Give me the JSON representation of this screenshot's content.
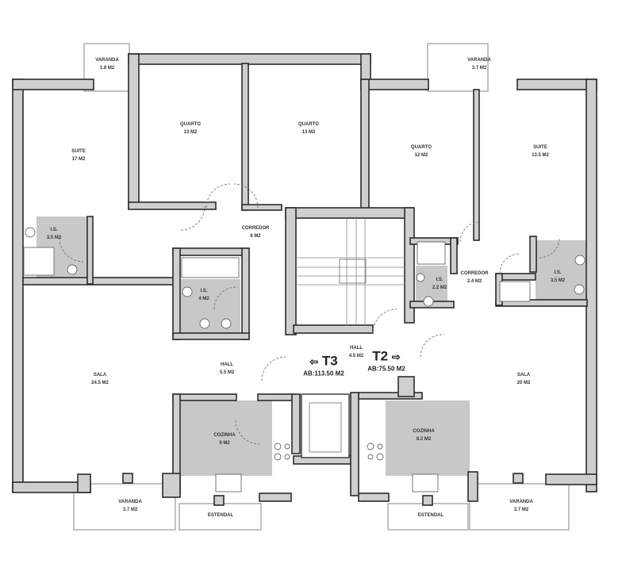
{
  "plan": {
    "units": [
      {
        "name": "T3",
        "area": "AB:113.50 M2",
        "arrow": "⇦"
      },
      {
        "name": "T2",
        "area": "AB:75.50 M2",
        "arrow": "⇨"
      }
    ],
    "rooms": {
      "varanda_top_left": {
        "name": "VARANDA",
        "area": "1.8 M2"
      },
      "suite_left": {
        "name": "SUITE",
        "area": "17 M2"
      },
      "quarto_1": {
        "name": "QUARTO",
        "area": "13 M2"
      },
      "quarto_2": {
        "name": "QUARTO",
        "area": "13 M2"
      },
      "varanda_top_right": {
        "name": "VARANDA",
        "area": "3.7 M2"
      },
      "quarto_3": {
        "name": "QUARTO",
        "area": "12 M2"
      },
      "suite_right": {
        "name": "SUITE",
        "area": "13.5 M2"
      },
      "is_left_suite": {
        "name": "I.S.",
        "area": "3.5 M2"
      },
      "corredor_left": {
        "name": "CORREDOR",
        "area": "6 M2"
      },
      "is_left_main": {
        "name": "I.S.",
        "area": "4 M2"
      },
      "is_right_small": {
        "name": "I.S.",
        "area": "2.2 M2"
      },
      "corredor_right": {
        "name": "CORREDOR",
        "area": "2.4 M2"
      },
      "is_right_suite": {
        "name": "I.S.",
        "area": "3.5 M2"
      },
      "hall_common": {
        "name": "HALL",
        "area": "4.5 M2"
      },
      "hall_left": {
        "name": "HALL",
        "area": "5.5 M2"
      },
      "sala_left": {
        "name": "SALA",
        "area": "24.5 M2"
      },
      "sala_right": {
        "name": "SALA",
        "area": "20 M2"
      },
      "cozinha_left": {
        "name": "COZINHA",
        "area": "9 M2"
      },
      "cozinha_right": {
        "name": "COZINHA",
        "area": "8.2 M2"
      },
      "varanda_bottom_left": {
        "name": "VARANDA",
        "area": "3.7 M2"
      },
      "estendal_left": {
        "name": "ESTENDAL",
        "area": ""
      },
      "estendal_right": {
        "name": "ESTENDAL",
        "area": ""
      },
      "varanda_bottom_right": {
        "name": "VARANDA",
        "area": "3.7 M2"
      }
    },
    "colors": {
      "wall_fill": "#cfcfcf",
      "wall_stroke": "#2b2b2b",
      "wet_area": "#c8c8c8",
      "background": "#ffffff"
    }
  }
}
